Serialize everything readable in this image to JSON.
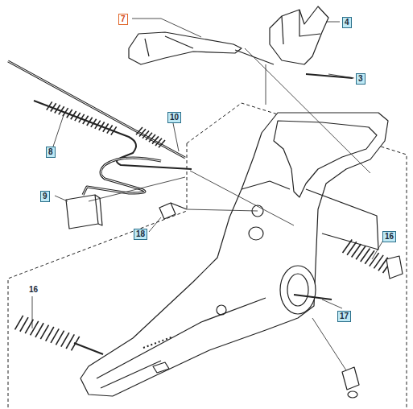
{
  "diagram": {
    "labels": [
      "7",
      "4",
      "3",
      "10",
      "8",
      "9",
      "18",
      "16",
      "16",
      "17"
    ]
  }
}
